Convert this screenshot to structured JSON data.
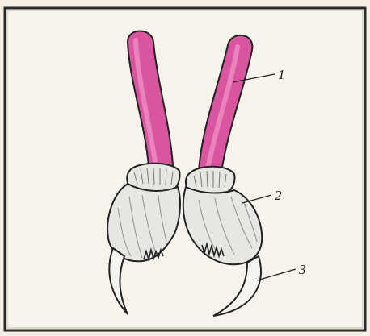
{
  "figure": {
    "labels": [
      {
        "id": "1",
        "text": "1"
      },
      {
        "id": "2",
        "text": "2"
      },
      {
        "id": "3",
        "text": "3"
      }
    ],
    "colors": {
      "background": "#f3efe6",
      "frame": "#2a2a2a",
      "tube": "#d9559f",
      "tube_highlight": "#ee8ec4",
      "tube_shadow": "#b83d86",
      "sheath": "#e6e6e3",
      "sheath_shade": "#b9b9b5",
      "outline": "#222222"
    },
    "parts": [
      "fang-tube-left",
      "fang-tube-right",
      "basal-segment-left",
      "basal-segment-right",
      "claw-left",
      "claw-right"
    ]
  }
}
